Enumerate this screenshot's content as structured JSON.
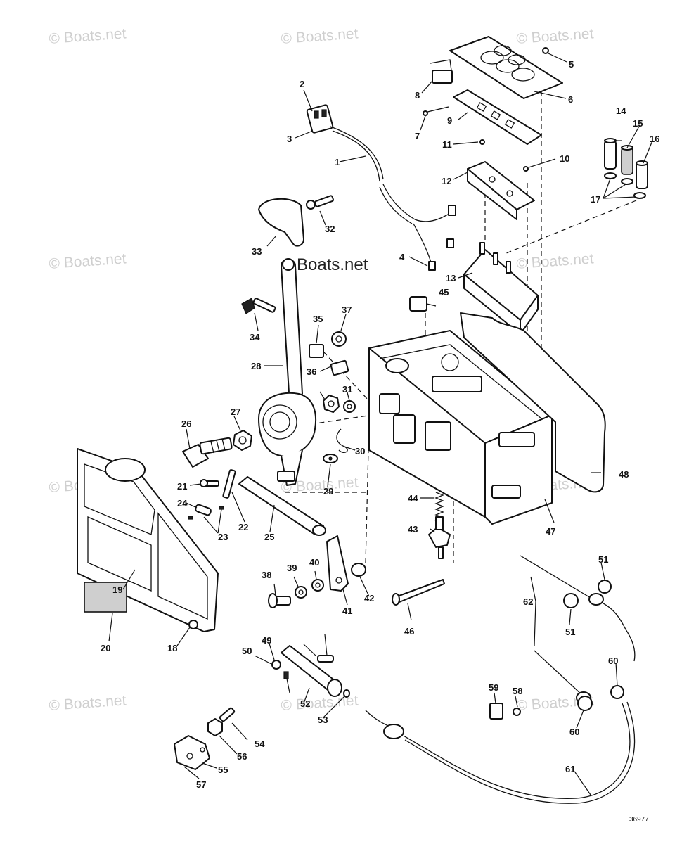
{
  "watermark": "© Boats.net",
  "watermark_center": "Boats.net",
  "drawing_number": "36977",
  "callouts": [
    "1",
    "2",
    "3",
    "4",
    "5",
    "6",
    "7",
    "8",
    "9",
    "10",
    "11",
    "12",
    "13",
    "14",
    "15",
    "16",
    "17",
    "18",
    "19",
    "20",
    "21",
    "22",
    "23",
    "24",
    "25",
    "26",
    "27",
    "28",
    "29",
    "30",
    "31",
    "32",
    "33",
    "34",
    "35",
    "36",
    "37",
    "38",
    "39",
    "40",
    "41",
    "42",
    "43",
    "44",
    "45",
    "46",
    "47",
    "48",
    "49",
    "50",
    "51",
    "52",
    "53",
    "54",
    "55",
    "56",
    "57",
    "58",
    "59",
    "60",
    "61",
    "62"
  ]
}
